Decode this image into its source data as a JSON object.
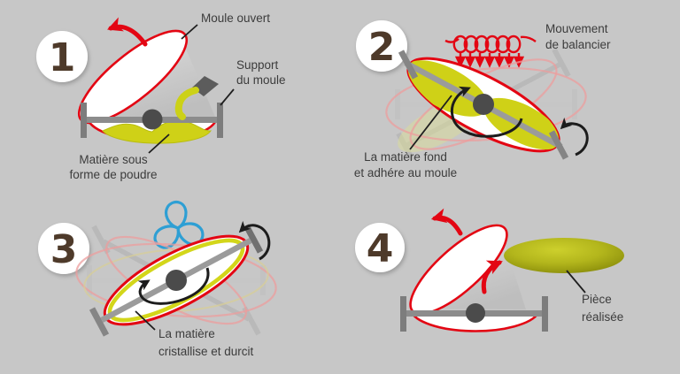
{
  "diagram_subject": "rotational-moulding-process",
  "colors": {
    "background": "#c7c7c7",
    "accent_red": "#e30613",
    "material_yellow": "#cfd117",
    "material_yellow_dark": "#b9bd10",
    "finished_piece_olive": "#9a9d12",
    "support_gray": "#8c8c8c",
    "support_cap_gray": "#7d7d7d",
    "pivot_dark_gray": "#4b4b4b",
    "ghost_gray": "#bcbcbc",
    "ghost_red": "#ec9e9e",
    "fan_blue": "#2e9fd4",
    "number_brown": "#4e3a2a",
    "label_text": "#3c3c3c"
  },
  "step1": {
    "number": "1",
    "label_moule_ouvert": "Moule ouvert",
    "label_support_line1": "Support",
    "label_support_line2": "du moule",
    "label_matiere_line1": "Matière sous",
    "label_matiere_line2": "forme de poudre"
  },
  "step2": {
    "number": "2",
    "label_mouvement_line1": "Mouvement",
    "label_mouvement_line2": "de balancier",
    "label_fond_line1": "La matière fond",
    "label_fond_line2": "et adhére au moule"
  },
  "step3": {
    "number": "3",
    "label_cristallise_line1": "La matière",
    "label_cristallise_line2": "cristallise et durcit"
  },
  "step4": {
    "number": "4",
    "label_piece_line1": "Pièce",
    "label_piece_line2": "réalisée"
  }
}
